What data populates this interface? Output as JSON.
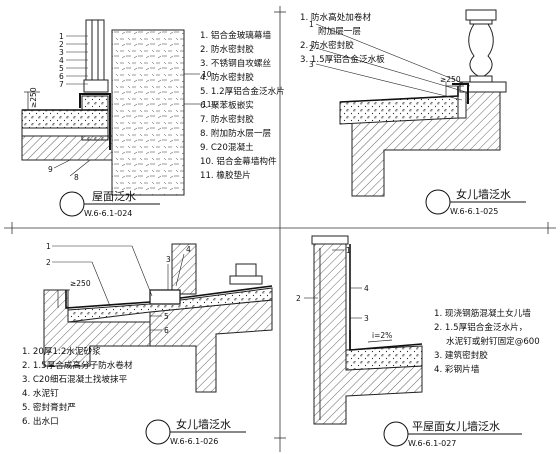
{
  "details": [
    {
      "title": "屋面泛水",
      "code": "W.6-6.1-024",
      "callouts": [
        "1",
        "2",
        "3",
        "4",
        "5",
        "6",
        "7",
        "8",
        "9",
        "10",
        "11"
      ],
      "dimension": "≥250",
      "notes": [
        "1. 铝合金玻璃幕墙",
        "2. 防水密封胶",
        "3. 不锈钢自攻螺丝",
        "4. 防水密封胶",
        "5. 1.2厚铝合金泛水片",
        "6. 聚苯板嵌实",
        "7. 防水密封胶",
        "8. 附加防水层一层",
        "9. C20混凝土",
        "10. 铝合金幕墙构件",
        "11. 橡胶垫片"
      ]
    },
    {
      "title": "女儿墙泛水",
      "code": "W.6-6.1-025",
      "callouts": [
        "1",
        "2",
        "3"
      ],
      "dimension": "≥250",
      "notes": [
        "1. 防水高处加卷材",
        "附加层一层",
        "2. 防水密封胶",
        "3. 1.5厚铝合金泛水板"
      ]
    },
    {
      "title": "女儿墙泛水",
      "code": "W.6-6.1-026",
      "callouts": [
        "1",
        "2",
        "3",
        "4",
        "5",
        "6"
      ],
      "dimension": "≥250",
      "notes": [
        "1. 20厚1:2水泥砂浆",
        "2. 1.5厚合成高分子防水卷材",
        "3. C20细石混凝土找坡抹平",
        "4. 水泥钉",
        "5. 密封膏封严",
        "6. 出水口"
      ]
    },
    {
      "title": "平屋面女儿墙泛水",
      "code": "W.6-6.1-027",
      "callouts": [
        "1",
        "2",
        "3",
        "4"
      ],
      "slope": "i=2%",
      "notes": [
        "1. 现浇钢筋混凝土女儿墙",
        "2. 1.5厚铝合金泛水片，",
        "水泥钉或射钉固定@600",
        "3. 建筑密封胶",
        "4. 彩钢片墙"
      ]
    }
  ]
}
